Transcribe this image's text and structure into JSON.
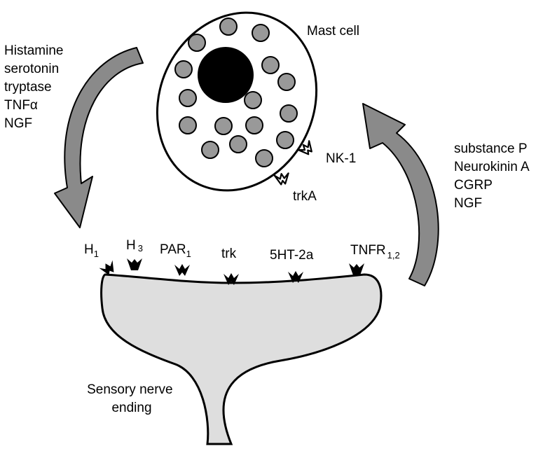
{
  "mast_cell": {
    "label": "Mast cell",
    "receptors": [
      {
        "id": "nk1",
        "label": "NK-1"
      },
      {
        "id": "trka",
        "label": "trkA"
      }
    ]
  },
  "mediators_from_mast_cell": [
    "Histamine",
    "serotonin",
    "tryptase",
    "TNFα",
    "NGF"
  ],
  "mediators_from_nerve": [
    "substance P",
    "Neurokinin A",
    "CGRP",
    "NGF"
  ],
  "nerve": {
    "label_lines": [
      "Sensory nerve",
      "ending"
    ],
    "receptors": [
      {
        "id": "h1",
        "base": "H",
        "sub": "1"
      },
      {
        "id": "h3",
        "base": "H",
        "sub": "3"
      },
      {
        "id": "par1",
        "base": "PAR",
        "sub": "1"
      },
      {
        "id": "trk",
        "base": "trk",
        "sub": ""
      },
      {
        "id": "5ht2a",
        "base": "5HT-2a",
        "sub": ""
      },
      {
        "id": "tnfr",
        "base": "TNFR",
        "sub": "1,2"
      }
    ]
  },
  "colors": {
    "cell_fill": "#ffffff",
    "nucleus": "#000000",
    "granule": "#999999",
    "nerve_fill": "#dedede",
    "arrow": "#8a8a8a"
  }
}
